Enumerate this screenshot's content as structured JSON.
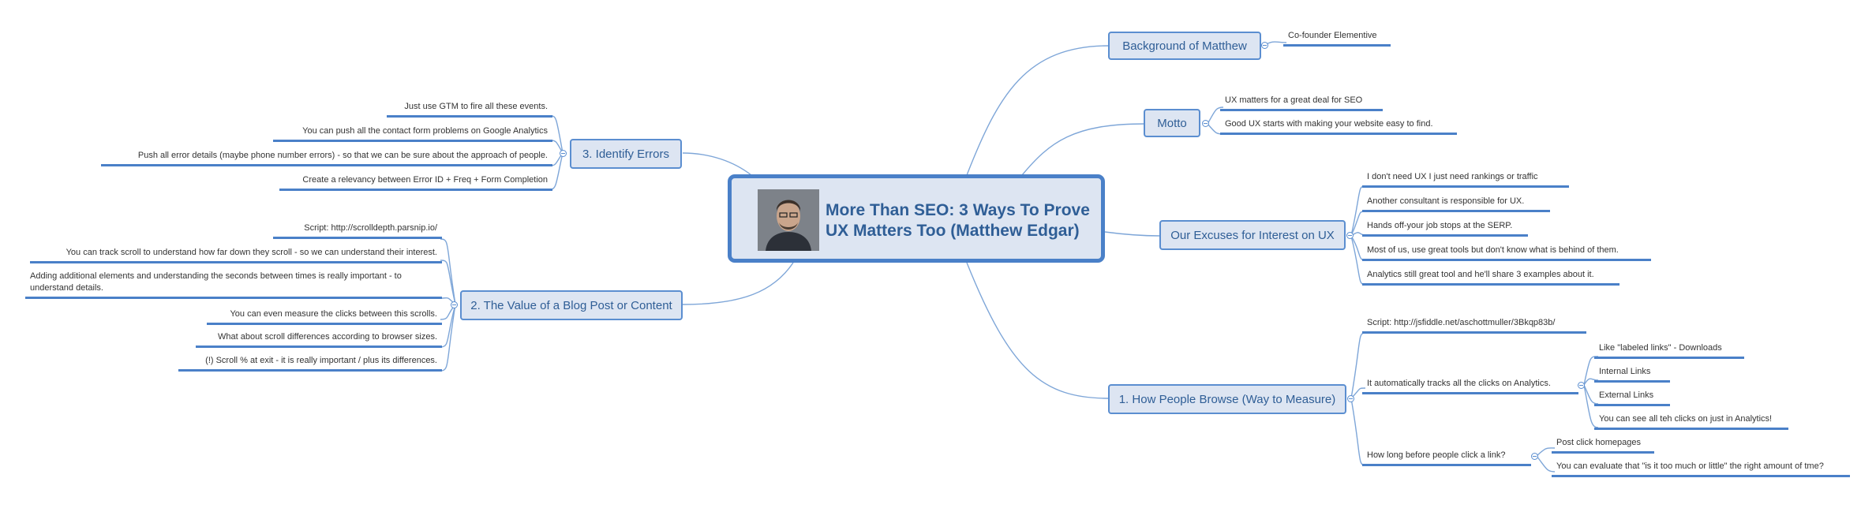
{
  "central": {
    "title": "More Than SEO: 3 Ways To Prove UX Matters Too (Matthew Edgar)"
  },
  "topics": {
    "background": "Background of Matthew",
    "motto": "Motto",
    "excuses": "Our Excuses for Interest on UX",
    "browse": "1. How People Browse (Way to Measure)",
    "blog": "2. The Value of a Blog Post or Content",
    "errors": "3. Identify Errors"
  },
  "background_items": [
    "Co-founder Elementive"
  ],
  "motto_items": [
    "UX matters for a great deal for SEO",
    "Good UX starts with making your website easy to find."
  ],
  "excuses_items": [
    "I don't need UX I just need rankings or traffic",
    "Another consultant is responsible for UX.",
    "Hands off-your job stops at the SERP.",
    "Most of us, use great tools but don't know what is behind of them.",
    "Analytics still great tool and he'll share 3 examples about it."
  ],
  "browse_items": {
    "script": "Script: http://jsfiddle.net/aschottmuller/3Bkqp83b/",
    "tracks": "It automatically tracks all the clicks on Analytics.",
    "tracks_children": [
      "Like \"labeled links\" - Downloads",
      "Internal Links",
      "External Links",
      "You can see all teh clicks on just in Analytics!"
    ],
    "howlong": "How long before people click a link?",
    "howlong_children": [
      "Post click homepages",
      "You can evaluate that \"is it too much or little\" the right amount of tme?"
    ]
  },
  "blog_items": [
    "Script: http://scrolldepth.parsnip.io/",
    "You can track scroll to understand how far down they scroll - so we can understand their interest.",
    "Adding additional elements and understanding the seconds between times is really important - to understand details.",
    "You can even measure the clicks between this scrolls.",
    "What about scroll differences according to browser sizes.",
    "(!) Scroll % at exit - it is really important / plus its differences."
  ],
  "errors_items": [
    "Just use GTM to fire all these events.",
    "You can push all the contact form problems on Google Analytics",
    "Push all error details (maybe phone number errors) - so that we can be sure about the approach of people.",
    "Create a relevancy between Error ID + Freq + Form Completion"
  ],
  "colors": {
    "accent": "#4a80c8",
    "topic_fill": "#dde5f2",
    "topic_text": "#2f5e96",
    "link": "#7ea6d8"
  }
}
